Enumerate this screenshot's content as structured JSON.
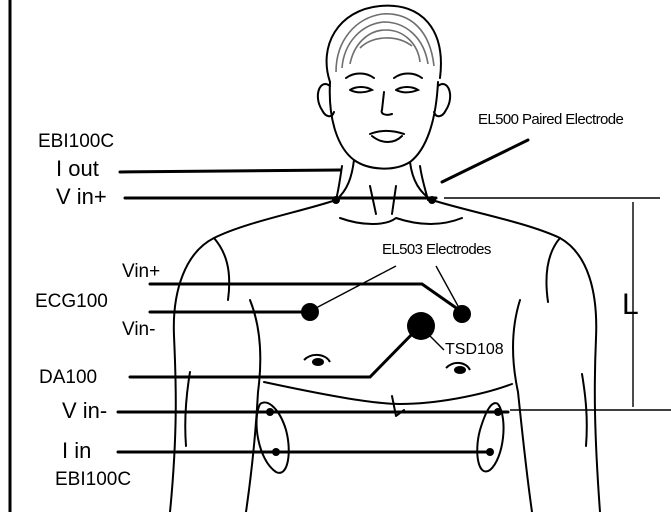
{
  "labels": {
    "ebi_top": "EBI100C",
    "i_out": "I out",
    "v_in_plus": "V in+",
    "el500": "EL500 Paired Electrode",
    "el503": "EL503 Electrodes",
    "ecg_vin_plus": "Vin+",
    "ecg100": "ECG100",
    "ecg_vin_minus": "Vin-",
    "tsd108": "TSD108",
    "da100": "DA100",
    "v_in_minus": "V in-",
    "i_in": "I in",
    "ebi_bottom": "EBI100C",
    "distance_l": "L"
  },
  "colors": {
    "ink": "#000000",
    "background": "#ffffff",
    "hair": "#6e6e6e"
  }
}
